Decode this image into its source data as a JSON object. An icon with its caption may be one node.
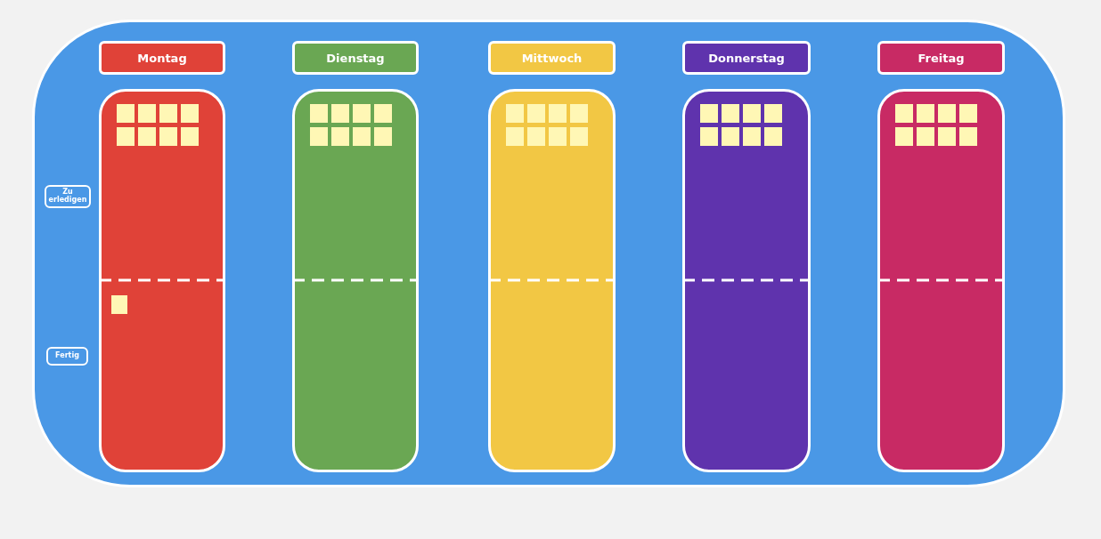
{
  "diagram": {
    "nodes": [
      {
        "text": [],
        "shape": "box"
      },
      {
        "text": [
          "Montag"
        ],
        "in": 0
      },
      {
        "text": [
          "Dienstag"
        ],
        "in": 0
      },
      {
        "text": [
          "Mittwoch"
        ],
        "in": 0
      },
      {
        "text": [
          "Donnerstag"
        ],
        "in": 0
      },
      {
        "text": [
          "Freitag"
        ],
        "in": 0
      },
      {
        "text": [],
        "shape": "box",
        "in": 0
      },
      {
        "text": [],
        "shape": "box",
        "in": 0
      },
      {
        "text": [],
        "shape": "box",
        "in": 0
      },
      {
        "text": [],
        "shape": "box",
        "in": 0
      },
      {
        "text": [],
        "shape": "box",
        "in": 0
      },
      {
        "text": [
          "Zu erledigen"
        ],
        "in": 0
      },
      {
        "text": [
          "Fertig"
        ],
        "in": 0
      }
    ],
    "edges": []
  }
}
